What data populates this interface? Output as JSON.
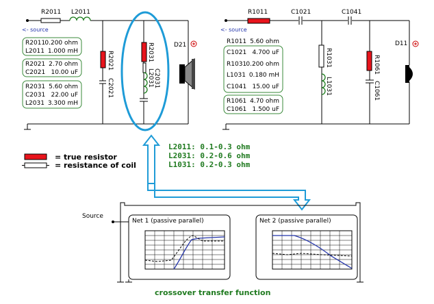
{
  "left_circuit": {
    "source_label": "<- source",
    "labels": {
      "r2011": "R2011",
      "l2011": "L2011",
      "r2021": "R2021",
      "c2021": "C2021",
      "r2031": "R2031",
      "l2031": "L2031",
      "c2031": "C2031",
      "driver": "D21"
    },
    "groups": [
      [
        [
          "R2011",
          "0.200 ohm"
        ],
        [
          "L2011",
          "1.000 mH"
        ]
      ],
      [
        [
          "R2021",
          "2.70 ohm"
        ],
        [
          "C2021",
          "10.00 uF"
        ]
      ],
      [
        [
          "R2031",
          "5.60 ohm"
        ],
        [
          "C2031",
          "22.00 uF"
        ],
        [
          "L2031",
          "3.300 mH"
        ]
      ]
    ]
  },
  "right_circuit": {
    "source_label": "<- source",
    "labels": {
      "r1011": "R1011",
      "c1021": "C1021",
      "c1041": "C1041",
      "r1031": "R1031",
      "l1031": "L1031",
      "r1061": "R1061",
      "c1061": "C1061",
      "driver": "D11"
    },
    "groups": [
      [
        [
          "R1011",
          "5.60 ohm"
        ]
      ],
      [
        [
          "C1021",
          "4.700 uF"
        ],
        [
          "R1031",
          "0.200 ohm"
        ],
        [
          "L1031",
          "0.180 mH"
        ],
        [
          "C1041",
          "15.00 uF"
        ]
      ],
      [
        [
          "R1061",
          "4.70 ohm"
        ],
        [
          "C1061",
          "1.500 uF"
        ]
      ]
    ]
  },
  "legend": {
    "true_resistor": "= true resistor",
    "coil_resistance": "= resistance of coil"
  },
  "notes": [
    "L2011: 0.1-0.3 ohm",
    "L2031: 0.2-0.6 ohm",
    "L1031: 0.2-0.3 ohm"
  ],
  "bottom": {
    "source_label": "Source",
    "net1_title": "Net 1 (passive parallel)",
    "net2_title": "Net 2 (passive parallel)",
    "caption": "crossover transfer function"
  },
  "colors": {
    "resistor_fill": "#e8141c",
    "wire": "#000000",
    "group_border": "#3a8a3a",
    "highlight": "#1e9bd7",
    "note_text": "#1f7a1f",
    "coil": "#1a7a1a",
    "plus": "#cc0000"
  }
}
